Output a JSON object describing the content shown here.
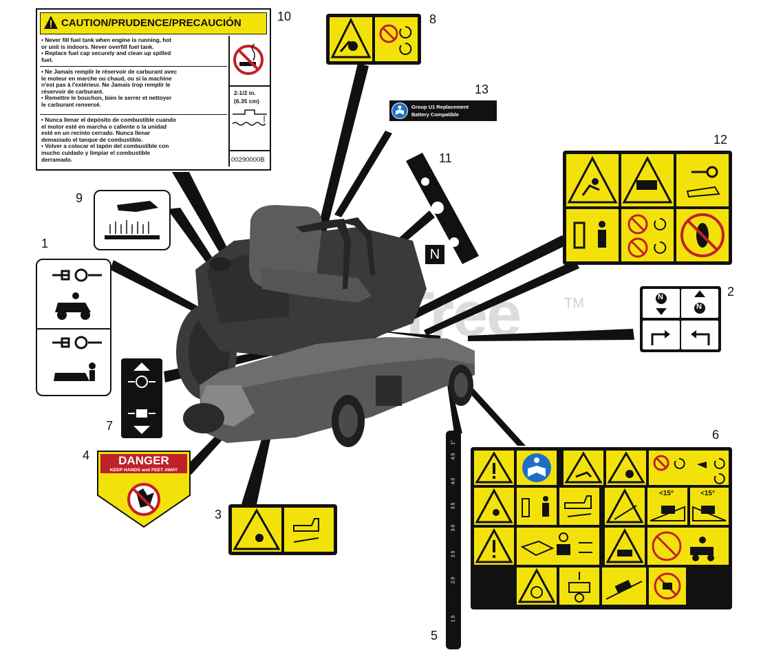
{
  "watermark": {
    "text": "Tree",
    "tm": "TM"
  },
  "callouts": {
    "n1": "1",
    "n2": "2",
    "n3": "3",
    "n4": "4",
    "n5": "5",
    "n6": "6",
    "n7": "7",
    "n8": "8",
    "n9": "9",
    "n10": "10",
    "n11": "11",
    "n12": "12",
    "n13": "13"
  },
  "decal10": {
    "header": "CAUTION/PRUDENCE/PRECAUCIÓN",
    "en": [
      "• Never fill fuel tank when engine is running, hot",
      "  or unit is indoors. Never overfill fuel tank.",
      "• Replace fuel cap securely and clean up spilled",
      "  fuel."
    ],
    "fr": [
      "• Ne Jamais remplir le réservoir de carburant avec",
      "  le moteur en marche ou chaud, ou si la machine",
      "  n'est pas à l'extérieur. Ne Jamais trop remplir le",
      "  réservoir de carburant.",
      "• Remettre le bouchon, bien le serrer et nettoyer",
      "  le carburant renversé."
    ],
    "es": [
      "• Nunca llenar el depósito de combustible cuando",
      "  el motor esté en marcha o caliente o la unidad",
      "  esté en un recinto cerrado. Nunca llenar",
      "  demasiado el tanque de combustible.",
      "• Volver a colocar el tapón del combustible con",
      "  mucho cuidado y limpiar el combustible",
      "  derramado."
    ],
    "gap_label": "2-1/2 in.",
    "gap_metric": "(6.35 cm)",
    "part_no": "00290000B"
  },
  "decal13": {
    "line1": "Group U1 Replacement",
    "line2": "Battery Compatible"
  },
  "decal4": {
    "title": "DANGER",
    "subtitle": "KEEP HANDS and FEET AWAY"
  },
  "decal11": {
    "neutral": "N"
  },
  "decal5": {
    "marks": [
      "1\"",
      "4.5",
      "4.0",
      "3.5",
      "3.0",
      "2.5",
      "2.0",
      "1.5"
    ]
  },
  "decal6": {
    "slope_left": "<15°",
    "slope_right": "<15°"
  },
  "decal2": {
    "n_top": "N",
    "n_right": "N"
  }
}
